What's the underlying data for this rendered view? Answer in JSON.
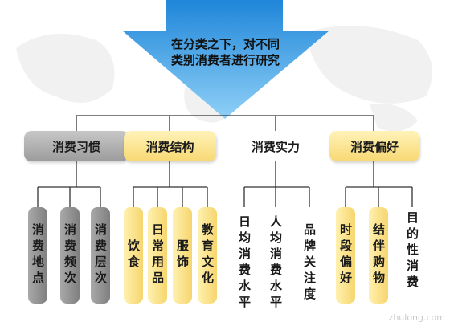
{
  "arrow_text": {
    "line1": "在分类之下，对不同",
    "line2": "类别消费者进行研究"
  },
  "categories": [
    {
      "label": "消费习惯",
      "style": "gray",
      "subs": [
        {
          "label": "消费地点",
          "style": "gray"
        },
        {
          "label": "消费频次",
          "style": "gray"
        },
        {
          "label": "消费层次",
          "style": "gray"
        }
      ]
    },
    {
      "label": "消费结构",
      "style": "yellow",
      "subs": [
        {
          "label": "饮食",
          "style": "yellow"
        },
        {
          "label": "日常用品",
          "style": "yellow"
        },
        {
          "label": "服饰",
          "style": "yellow"
        },
        {
          "label": "教育文化",
          "style": "yellow"
        }
      ]
    },
    {
      "label": "消费实力",
      "style": "white",
      "subs": [
        {
          "label": "日均消费水平",
          "style": "white"
        },
        {
          "label": "人均消费水平",
          "style": "white"
        },
        {
          "label": "品牌关注度",
          "style": "white"
        }
      ]
    },
    {
      "label": "消费偏好",
      "style": "yellow",
      "subs": [
        {
          "label": "时段偏好",
          "style": "yellow"
        },
        {
          "label": "结伴购物",
          "style": "yellow"
        },
        {
          "label": "目的性消费",
          "style": "white"
        }
      ]
    }
  ],
  "watermark": "zhulong.com",
  "colors": {
    "arrow": "#4aa9e8",
    "gray_box": "#a6a6a6",
    "yellow_box": "#f8dc7c",
    "connector": "#333333"
  }
}
